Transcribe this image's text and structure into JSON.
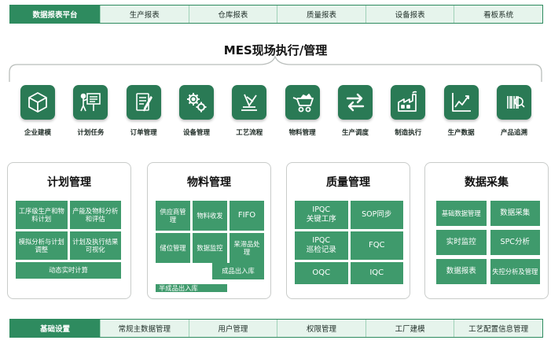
{
  "top_nav": {
    "items": [
      {
        "label": "数据报表平台",
        "active": true
      },
      {
        "label": "生产报表",
        "active": false
      },
      {
        "label": "仓库报表",
        "active": false
      },
      {
        "label": "质量报表",
        "active": false
      },
      {
        "label": "设备报表",
        "active": false
      },
      {
        "label": "看板系统",
        "active": false
      }
    ]
  },
  "main_title": "MES现场执行/管理",
  "modules": [
    {
      "label": "企业建模",
      "icon": "cube-icon"
    },
    {
      "label": "计划任务",
      "icon": "presentation-board-icon"
    },
    {
      "label": "订单管理",
      "icon": "document-pen-icon"
    },
    {
      "label": "设备管理",
      "icon": "gears-icon"
    },
    {
      "label": "工艺流程",
      "icon": "process-tools-icon"
    },
    {
      "label": "物料管理",
      "icon": "wheelbarrow-icon"
    },
    {
      "label": "生产调度",
      "icon": "swap-arrows-icon"
    },
    {
      "label": "制造执行",
      "icon": "factory-icon"
    },
    {
      "label": "生产数据",
      "icon": "line-chart-icon"
    },
    {
      "label": "产品追溯",
      "icon": "barcode-scan-icon"
    }
  ],
  "panels": {
    "plan": {
      "title": "计划管理",
      "cells": [
        "工序级生产和物料计划",
        "产能及物料分析和评估",
        "模拟分析与计划调整",
        "计划及执行结果可视化",
        "动态实时计算"
      ]
    },
    "material": {
      "title": "物料管理",
      "cells": [
        "供应商管理",
        "物料收发",
        "FIFO",
        "储位管理",
        "数据监控",
        "呆滞品处理",
        "半成品出入库",
        "成品出入库"
      ]
    },
    "quality": {
      "title": "质量管理",
      "cells": [
        "IPQC\n关键工序",
        "SOP同步",
        "IPQC\n巡检记录",
        "FQC",
        "OQC",
        "IQC"
      ]
    },
    "data": {
      "title": "数据采集",
      "cells": [
        "基础数据管理",
        "数据采集",
        "实时监控",
        "SPC分析",
        "数据报表",
        "失控分析及管理"
      ]
    }
  },
  "bottom_nav": {
    "items": [
      {
        "label": "基础设置",
        "active": true
      },
      {
        "label": "常规主数据管理",
        "active": false
      },
      {
        "label": "用户管理",
        "active": false
      },
      {
        "label": "权限管理",
        "active": false
      },
      {
        "label": "工厂建模",
        "active": false
      },
      {
        "label": "工艺配置信息管理",
        "active": false
      }
    ]
  },
  "colors": {
    "primary": "#2e8b5f",
    "tile": "#2a7a55",
    "cell": "#3f9a6c",
    "nav_bg": "#e6f4ec"
  }
}
